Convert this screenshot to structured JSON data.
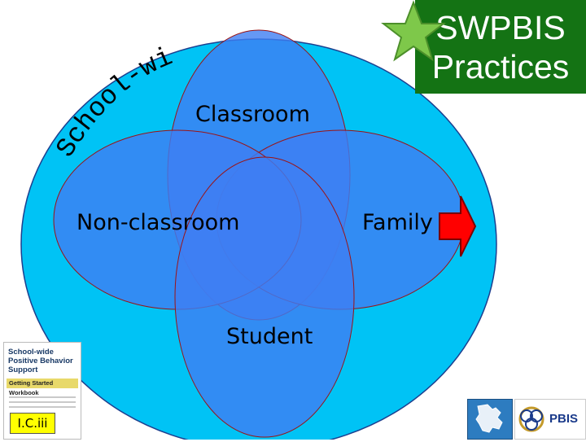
{
  "title": {
    "line1": "SWPBIS",
    "line2": "Practices"
  },
  "arc_text": "School-wide",
  "circles": {
    "classroom": "Classroom",
    "non_classroom": "Non-classroom",
    "family": "Family",
    "student": "Student"
  },
  "workbook": {
    "title": "School-wide Positive Behavior Support",
    "band": "Getting Started Workbook"
  },
  "code": "I.C.iii",
  "logo": {
    "pbis": "PBIS"
  },
  "colors": {
    "outer_circle": "#00c3f5",
    "inner_circle": "#3e7ef2",
    "title_bg": "#147314",
    "arrow": "#ff0000",
    "star": "#7ec84a",
    "code_badge": "#ffff00"
  },
  "icons": [
    "star-icon",
    "right-arrow-icon",
    "map-logo-icon",
    "pbis-logo-icon"
  ]
}
